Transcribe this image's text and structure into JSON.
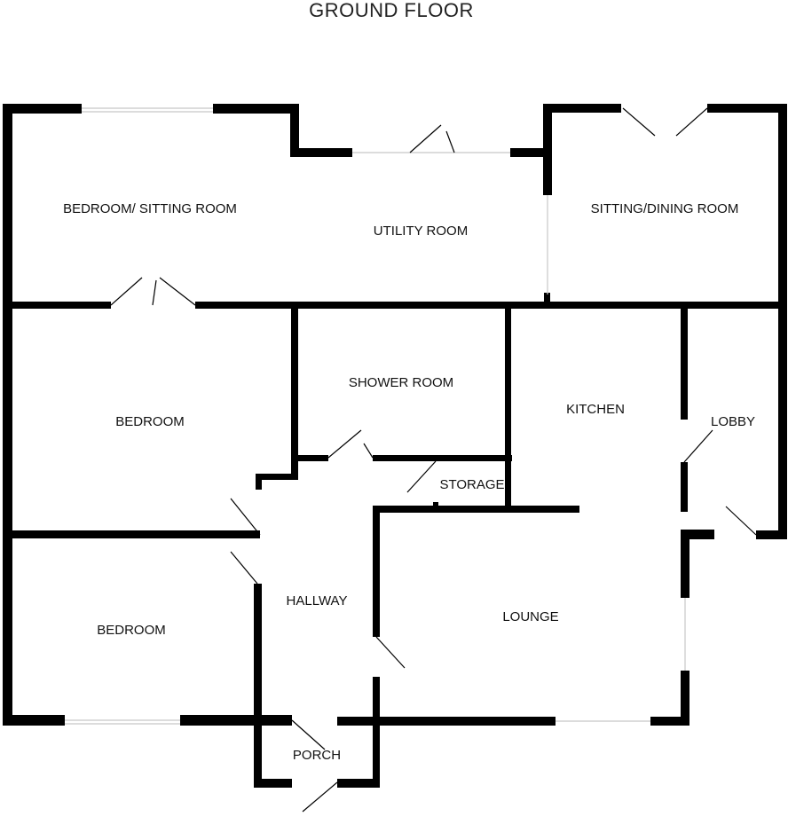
{
  "plan": {
    "title": "GROUND FLOOR",
    "rooms": [
      {
        "id": "bedroom-sitting-room",
        "label": "BEDROOM/ SITTING ROOM"
      },
      {
        "id": "utility-room",
        "label": "UTILITY ROOM"
      },
      {
        "id": "sitting-dining-room",
        "label": "SITTING/DINING ROOM"
      },
      {
        "id": "bedroom-middle",
        "label": "BEDROOM"
      },
      {
        "id": "shower-room",
        "label": "SHOWER ROOM"
      },
      {
        "id": "kitchen",
        "label": "KITCHEN"
      },
      {
        "id": "lobby",
        "label": "LOBBY"
      },
      {
        "id": "storage",
        "label": "STORAGE"
      },
      {
        "id": "bedroom-lower",
        "label": "BEDROOM"
      },
      {
        "id": "hallway",
        "label": "HALLWAY"
      },
      {
        "id": "lounge",
        "label": "LOUNGE"
      },
      {
        "id": "porch",
        "label": "PORCH"
      }
    ],
    "colors": {
      "wall": "#000000",
      "background": "#ffffff",
      "glazing": "#c8c8c8"
    }
  }
}
